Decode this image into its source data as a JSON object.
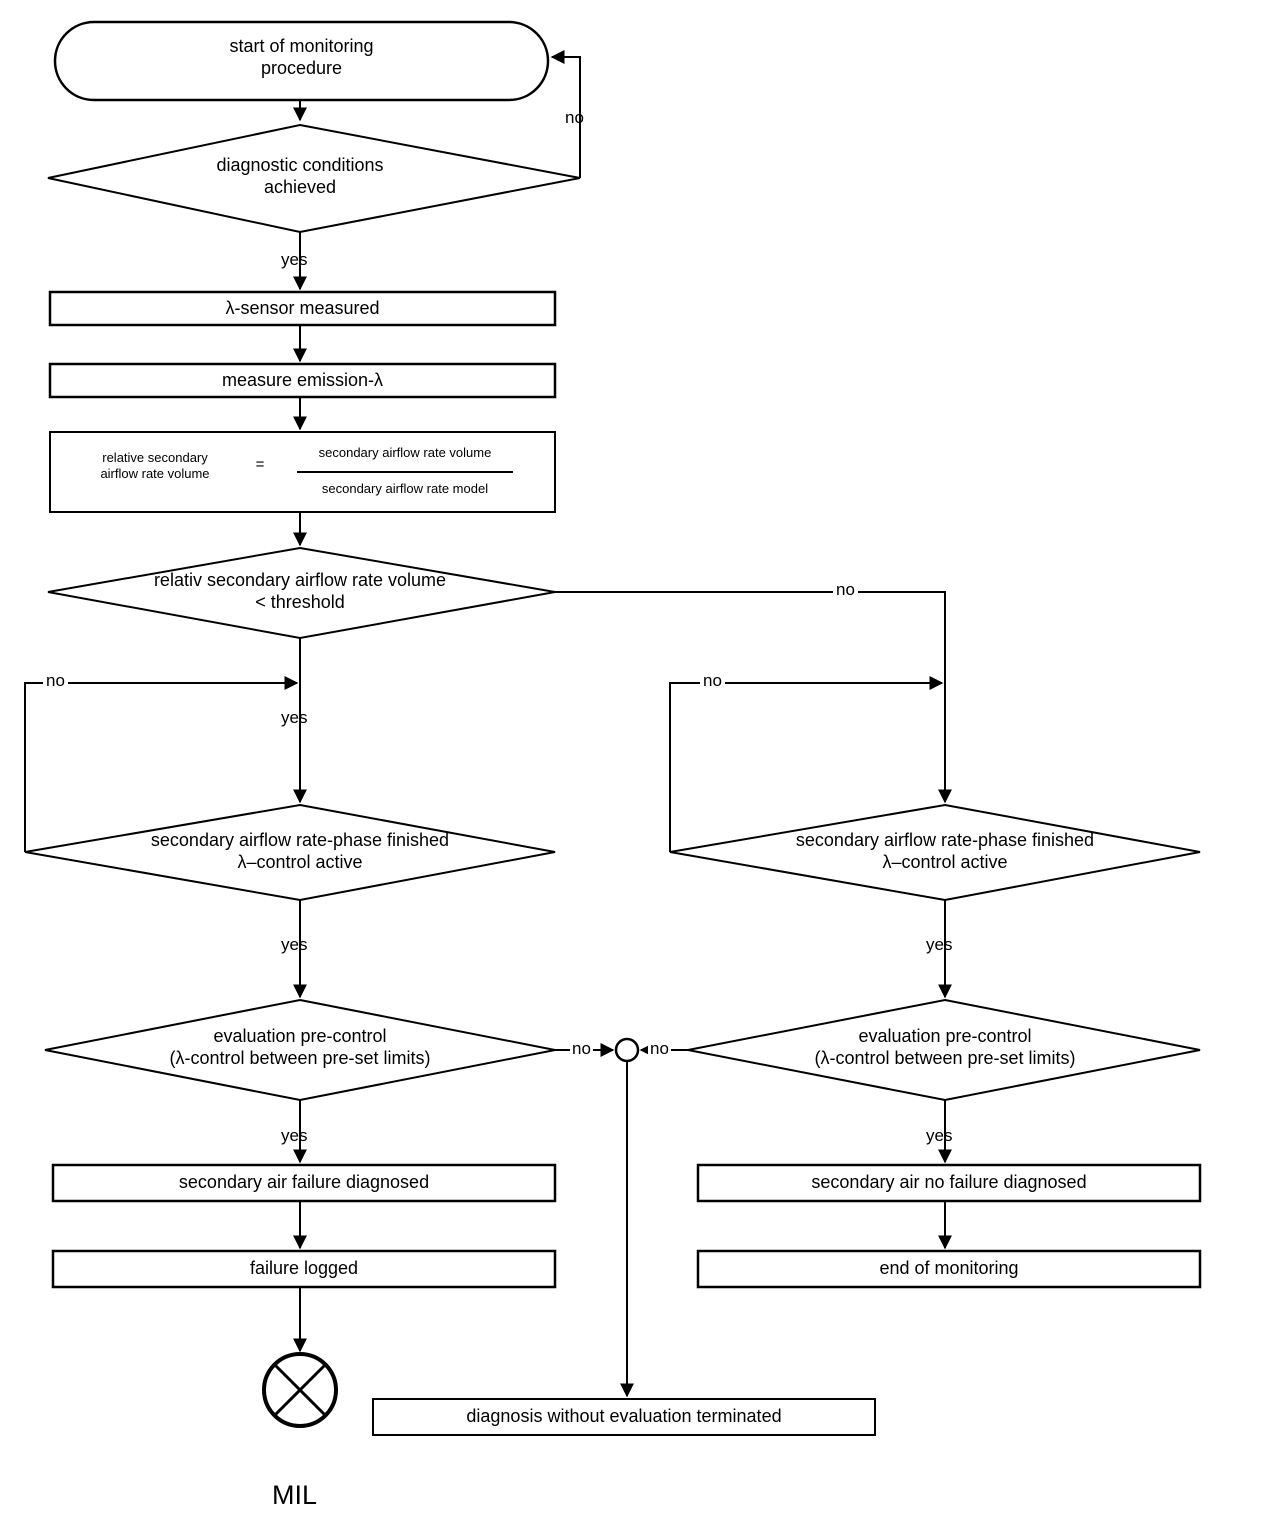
{
  "diagram": {
    "title": "secondary air system monitoring procedure flowchart",
    "line_color": "#000000",
    "background_color": "#ffffff"
  },
  "nodes": {
    "start": {
      "line1": "start of monitoring",
      "line2": "procedure"
    },
    "diagnostic_conditions": {
      "line1": "diagnostic conditions",
      "line2": "achieved"
    },
    "lambda_sensor": {
      "label": "λ-sensor measured"
    },
    "measure_emission": {
      "label": "measure emission-λ"
    },
    "formula": {
      "left_line1": "relative secondary",
      "left_line2": "airflow rate volume",
      "equals": "=",
      "numerator": "secondary airflow rate volume",
      "denominator": "secondary airflow rate model"
    },
    "threshold_decision": {
      "line1": "relativ secondary airflow rate volume",
      "line2": "< threshold"
    },
    "phase_finished_left": {
      "line1": "secondary airflow rate-phase finished",
      "line2": "λ–control active"
    },
    "phase_finished_right": {
      "line1": "secondary airflow rate-phase finished",
      "line2": "λ–control active"
    },
    "evaluation_left": {
      "line1": "evaluation pre-control",
      "line2": "(λ-control between pre-set limits)"
    },
    "evaluation_right": {
      "line1": "evaluation pre-control",
      "line2": "(λ-control between pre-set limits)"
    },
    "failure_diagnosed": {
      "label": "secondary air failure diagnosed"
    },
    "no_failure_diagnosed": {
      "label": "secondary air no failure diagnosed"
    },
    "failure_logged": {
      "label": "failure logged"
    },
    "end_of_monitoring": {
      "label": "end of monitoring"
    },
    "diagnosis_terminated": {
      "label": "diagnosis without evaluation terminated"
    },
    "mil": {
      "label": "MIL"
    }
  },
  "edge_labels": {
    "no_start_loop": "no",
    "yes_diagnostic": "yes",
    "no_threshold_right": "no",
    "yes_threshold": "yes",
    "no_left_loop": "no",
    "no_right_loop": "no",
    "yes_phase_left": "yes",
    "yes_phase_right": "yes",
    "no_eval_left": "no",
    "no_eval_right": "no",
    "yes_eval_left": "yes",
    "yes_eval_right": "yes"
  }
}
